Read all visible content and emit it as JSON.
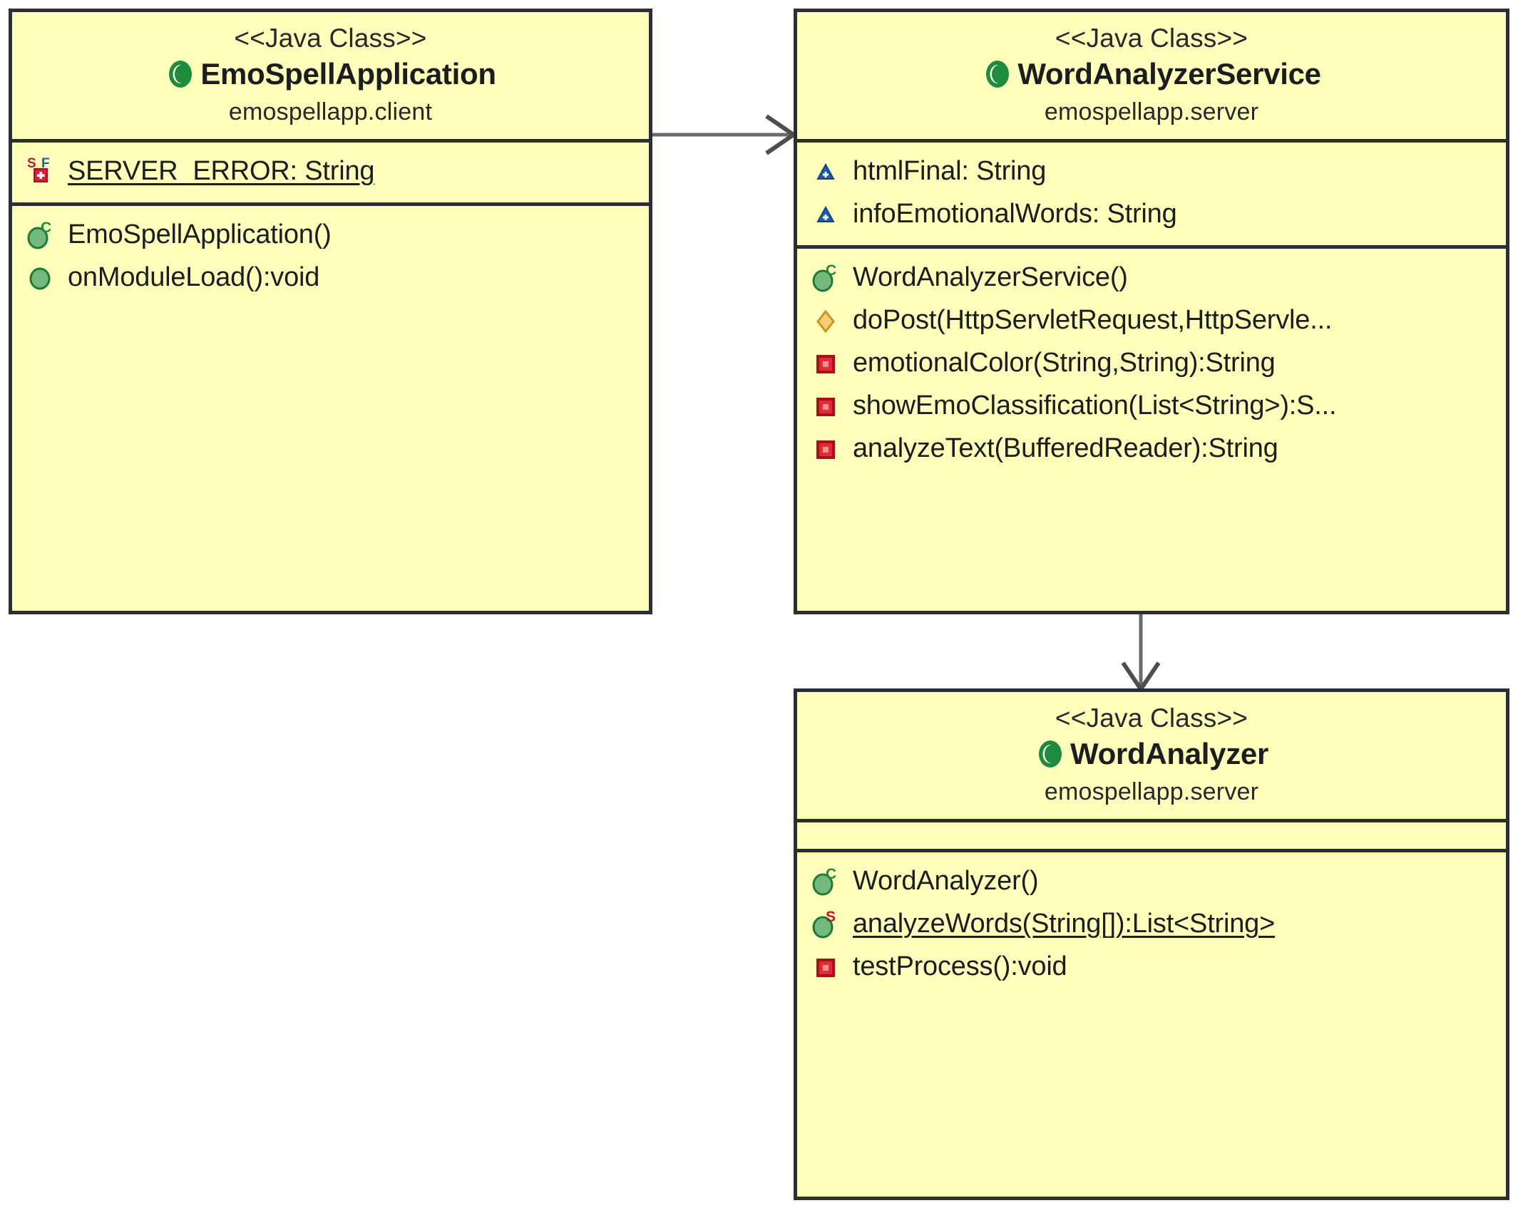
{
  "diagram": {
    "type": "uml-class-diagram",
    "background_color": "#ffffff",
    "class_fill_color": "#ffffbb",
    "class_border_color": "#2b2f33",
    "connector_color": "#6b6b6b"
  },
  "classes": [
    {
      "id": "emospellapplication",
      "stereotype": "<<Java Class>>",
      "name": "EmoSpellApplication",
      "package": "emospellapp.client",
      "icon": "green-class-icon",
      "fields": [
        {
          "text": "SERVER_ERROR: String",
          "icon": "static-final-field-icon",
          "static": true,
          "visibility": "public"
        }
      ],
      "methods": [
        {
          "text": "EmoSpellApplication()",
          "icon": "public-constructor-icon",
          "static": false,
          "visibility": "public"
        },
        {
          "text": "onModuleLoad():void",
          "icon": "public-method-icon",
          "static": false,
          "visibility": "public"
        }
      ]
    },
    {
      "id": "wordanalyzerservice",
      "stereotype": "<<Java Class>>",
      "name": "WordAnalyzerService",
      "package": "emospellapp.server",
      "icon": "green-class-icon",
      "fields": [
        {
          "text": "htmlFinal: String",
          "icon": "protected-field-icon",
          "static": false,
          "visibility": "protected"
        },
        {
          "text": "infoEmotionalWords: String",
          "icon": "protected-field-icon",
          "static": false,
          "visibility": "protected"
        }
      ],
      "methods": [
        {
          "text": "WordAnalyzerService()",
          "icon": "public-constructor-icon",
          "static": false,
          "visibility": "public"
        },
        {
          "text": "doPost(HttpServletRequest,HttpServle...",
          "icon": "protected-method-icon",
          "static": false,
          "visibility": "protected"
        },
        {
          "text": "emotionalColor(String,String):String",
          "icon": "private-method-icon",
          "static": false,
          "visibility": "private"
        },
        {
          "text": "showEmoClassification(List<String>):S...",
          "icon": "private-method-icon",
          "static": false,
          "visibility": "private"
        },
        {
          "text": "analyzeText(BufferedReader):String",
          "icon": "private-method-icon",
          "static": false,
          "visibility": "private"
        }
      ]
    },
    {
      "id": "wordanalyzer",
      "stereotype": "<<Java Class>>",
      "name": "WordAnalyzer",
      "package": "emospellapp.server",
      "icon": "green-class-icon",
      "fields": [],
      "methods": [
        {
          "text": "WordAnalyzer()",
          "icon": "public-constructor-icon",
          "static": false,
          "visibility": "public"
        },
        {
          "text": "analyzeWords(String[]):List<String>",
          "icon": "public-static-method-icon",
          "static": true,
          "visibility": "public"
        },
        {
          "text": "testProcess():void",
          "icon": "private-method-icon",
          "static": false,
          "visibility": "private"
        }
      ]
    }
  ],
  "connectors": [
    {
      "id": "app-to-service",
      "from": "emospellapplication",
      "to": "wordanalyzerservice",
      "arrow": "open-arrow",
      "direction": "horizontal-right"
    },
    {
      "id": "service-to-analyzer",
      "from": "wordanalyzerservice",
      "to": "wordanalyzer",
      "arrow": "open-arrow",
      "direction": "vertical-down"
    }
  ]
}
